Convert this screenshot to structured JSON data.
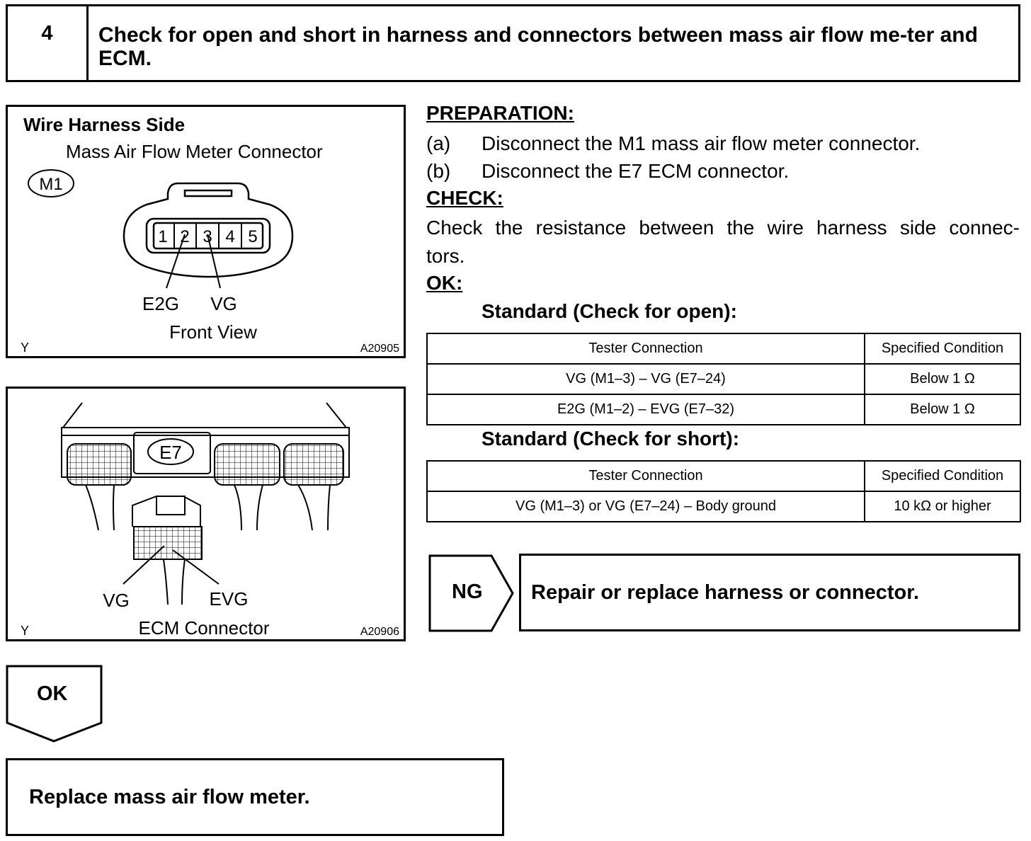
{
  "step": {
    "number": "4",
    "title": "Check for open and short in harness and connectors between mass air flow me-ter and ECM."
  },
  "figure_maf": {
    "heading": "Wire Harness Side",
    "caption": "Mass Air Flow Meter Connector",
    "connector_id": "M1",
    "pins": [
      "1",
      "2",
      "3",
      "4",
      "5"
    ],
    "label_e2g": "E2G",
    "label_vg": "VG",
    "view": "Front View",
    "corner_letter": "Y",
    "figure_code": "A20905"
  },
  "figure_ecm": {
    "connector_id": "E7",
    "label_vg": "VG",
    "label_evg": "EVG",
    "caption": "ECM Connector",
    "corner_letter": "Y",
    "figure_code": "A20906"
  },
  "procedure": {
    "preparation_heading": "PREPARATION:",
    "steps": [
      {
        "marker": "(a)",
        "text": "Disconnect the M1 mass air flow meter connector."
      },
      {
        "marker": "(b)",
        "text": "Disconnect the E7 ECM connector."
      }
    ],
    "check_heading": "CHECK:",
    "check_line1": "Check the resistance between the wire harness side connec-",
    "check_line2": "tors.",
    "ok_heading": "OK:",
    "standard_open": "Standard (Check for open):",
    "standard_short": "Standard (Check for short):"
  },
  "table_open": {
    "headers": [
      "Tester Connection",
      "Specified Condition"
    ],
    "rows": [
      [
        "VG (M1–3) – VG (E7–24)",
        "Below 1 Ω"
      ],
      [
        "E2G (M1–2) – EVG (E7–32)",
        "Below 1 Ω"
      ]
    ]
  },
  "table_short": {
    "headers": [
      "Tester Connection",
      "Specified Condition"
    ],
    "rows": [
      [
        "VG (M1–3) or VG (E7–24) – Body ground",
        "10 kΩ or higher"
      ]
    ]
  },
  "results": {
    "ng_label": "NG",
    "ng_action": "Repair or replace harness or connector.",
    "ok_label": "OK",
    "ok_action": "Replace mass air flow meter."
  }
}
